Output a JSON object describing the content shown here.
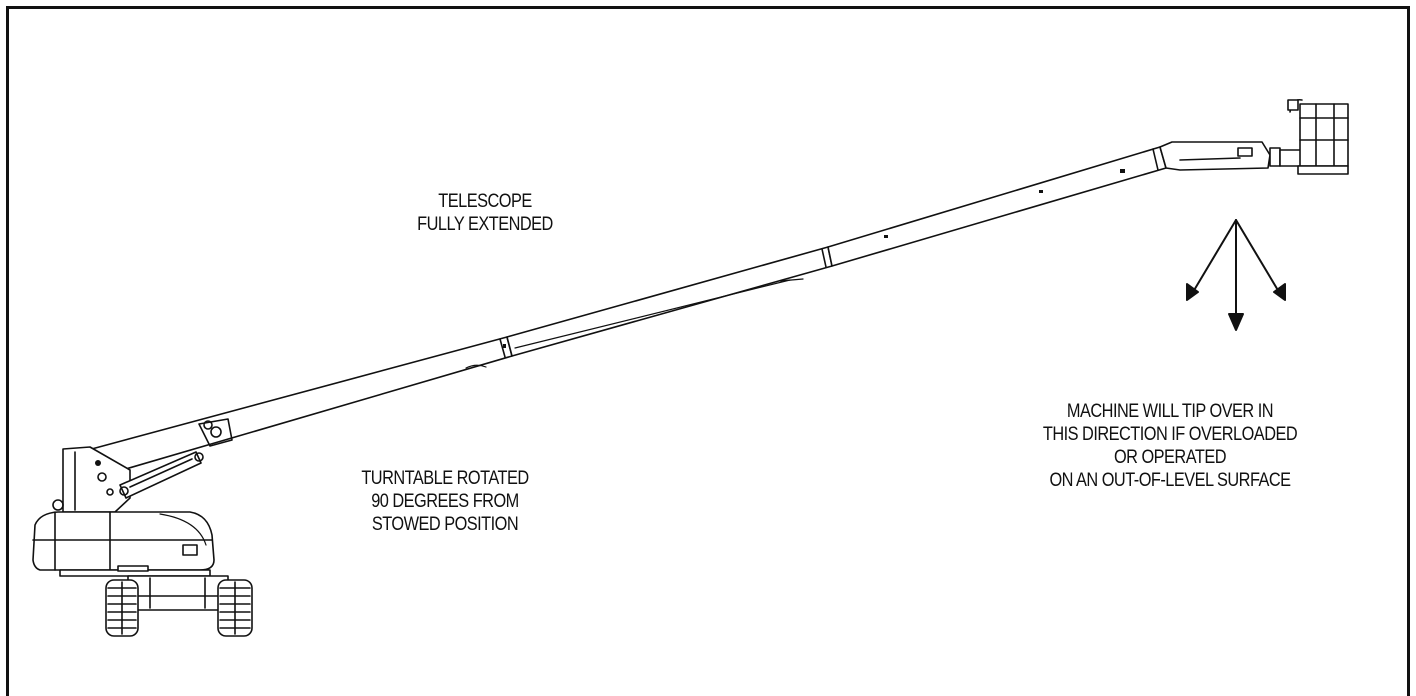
{
  "labels": {
    "telescope": [
      "TELESCOPE",
      "FULLY EXTENDED"
    ],
    "turntable": [
      "TURNTABLE ROTATED",
      "90 DEGREES FROM",
      "STOWED POSITION"
    ],
    "tip_warning": [
      "MACHINE WILL TIP OVER IN",
      "THIS DIRECTION IF OVERLOADED",
      "OR OPERATED",
      "ON AN OUT-OF-LEVEL SURFACE"
    ]
  },
  "colors": {
    "line": "#111111",
    "fill": "#ffffff"
  }
}
